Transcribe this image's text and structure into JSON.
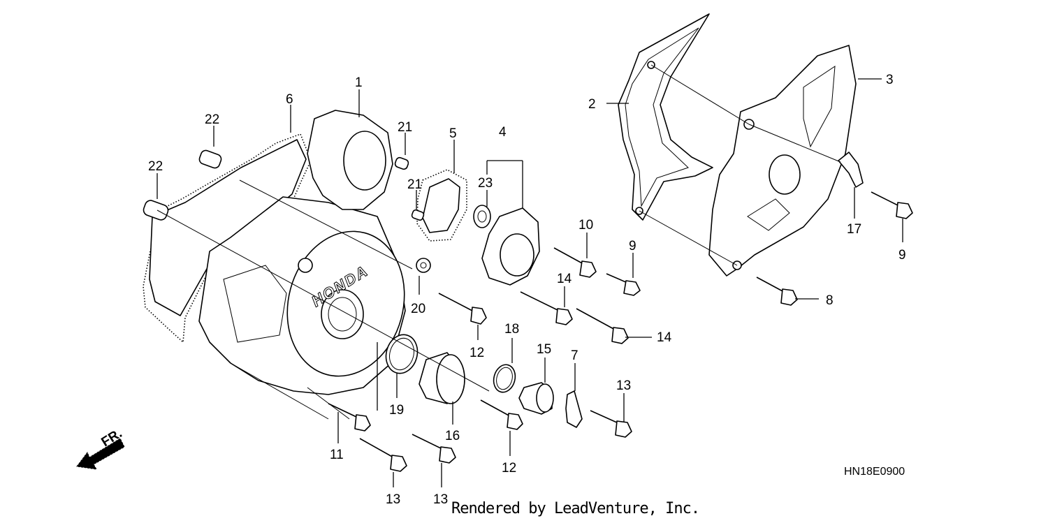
{
  "callouts": {
    "c1": "1",
    "c2": "2",
    "c3": "3",
    "c4": "4",
    "c5": "5",
    "c6": "6",
    "c7": "7",
    "c8": "8",
    "c9a": "9",
    "c9b": "9",
    "c10": "10",
    "c11": "11",
    "c12a": "12",
    "c12b": "12",
    "c13a": "13",
    "c13b": "13",
    "c13c": "13",
    "c14a": "14",
    "c14b": "14",
    "c15": "15",
    "c16": "16",
    "c17": "17",
    "c18": "18",
    "c19": "19",
    "c20": "20",
    "c21a": "21",
    "c21b": "21",
    "c22a": "22",
    "c22b": "22",
    "c23": "23"
  },
  "front_arrow_label": "FR.",
  "cover_brand": "HONDA",
  "diagram_code": "HN18E0900",
  "credit": "Rendered by LeadVenture, Inc."
}
